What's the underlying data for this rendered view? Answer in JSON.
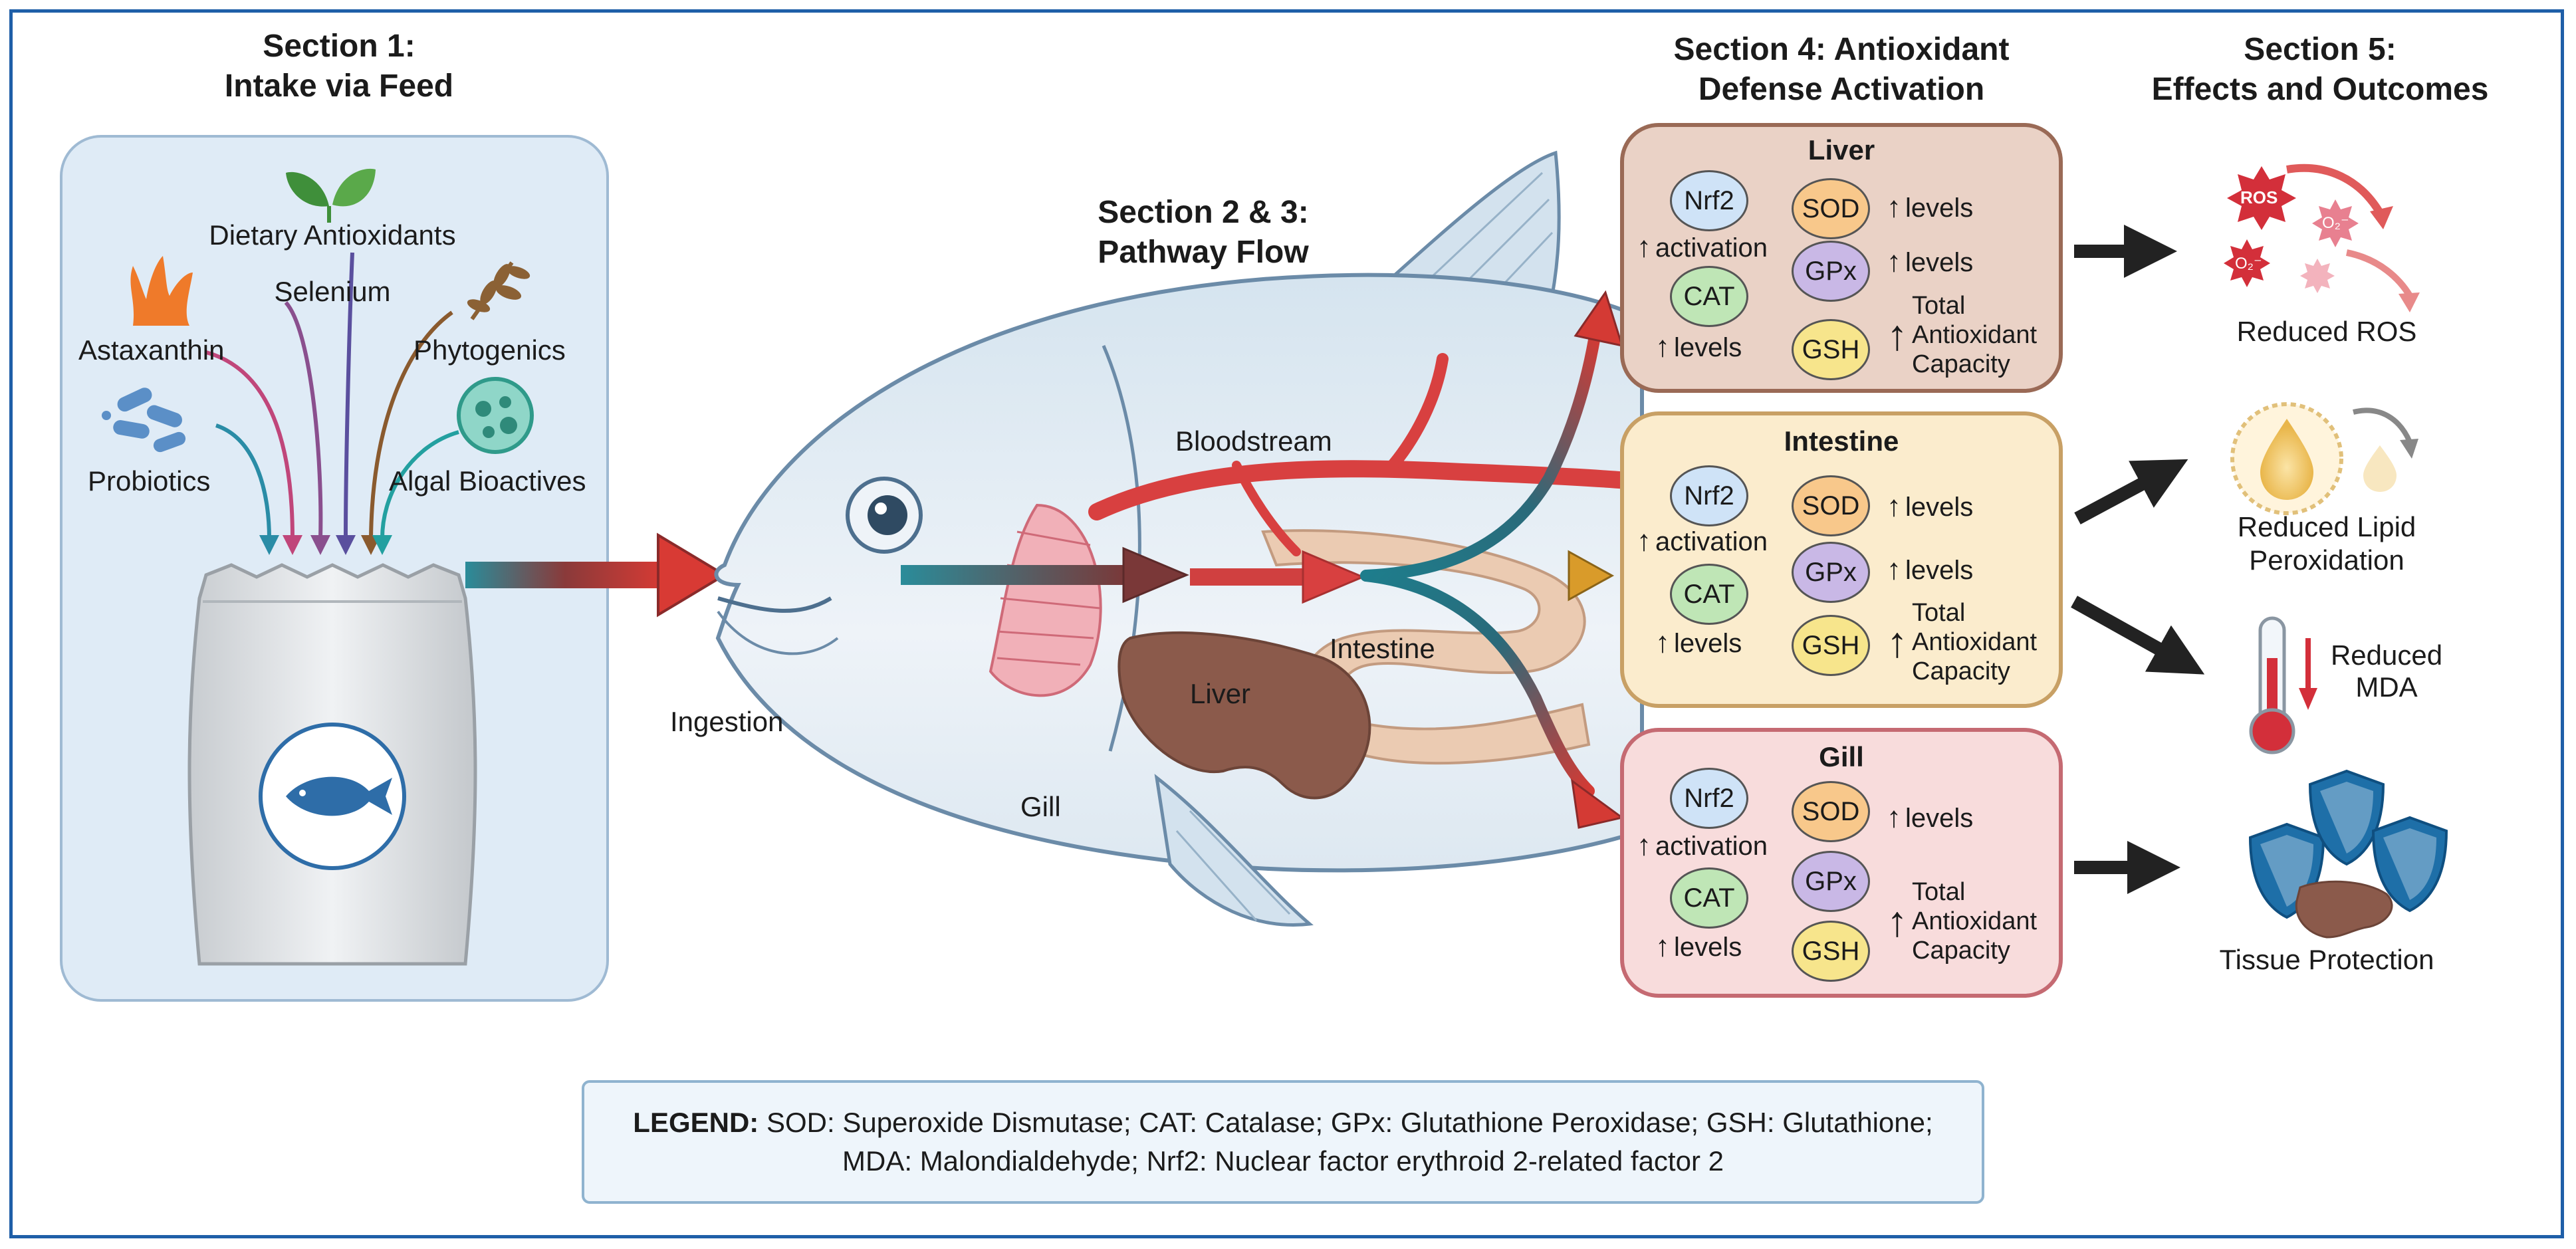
{
  "colors": {
    "frame": "#1f5fa8",
    "liver_box": "#ead2c6",
    "intestine_box": "#fbeccd",
    "gill_box": "#f8dcdc",
    "feed_panel": "#dfebf6",
    "nrf2": "#cfe3f7",
    "sod": "#f8c88b",
    "gpx": "#c9b8e6",
    "cat": "#bfe6b6",
    "gsh": "#f7e58c",
    "shield": "#1e6fa8"
  },
  "section1": {
    "title_line1": "Section 1:",
    "title_line2": "Intake via Feed",
    "ingredients": {
      "dietary": "Dietary Antioxidants",
      "selenium": "Selenium",
      "astaxanthin": "Astaxanthin",
      "phytogenics": "Phytogenics",
      "probiotics": "Probiotics",
      "algal": "Algal Bioactives"
    },
    "icons": [
      "leaf-icon",
      "coral-icon",
      "branch-icon",
      "bacteria-icon",
      "algae-cell-icon",
      "feed-bag-icon",
      "fish-icon"
    ]
  },
  "section23": {
    "title_line1": "Section 2 & 3:",
    "title_line2": "Pathway Flow",
    "labels": {
      "bloodstream": "Bloodstream",
      "intestine": "Intestine",
      "liver": "Liver",
      "ingestion": "Ingestion",
      "gill": "Gill"
    }
  },
  "section4": {
    "title_line1": "Section 4: Antioxidant",
    "title_line2": "Defense Activation",
    "organs": [
      {
        "name": "Liver",
        "markers": {
          "nrf2": "Nrf2",
          "sod": "SOD",
          "gpx": "GPx",
          "cat": "CAT",
          "gsh": "GSH"
        },
        "nrf2_note": "activation",
        "cat_note": "levels",
        "sod_note": "levels",
        "gpx_note": "levels",
        "tac_line1": "Total",
        "tac_line2": "Antioxidant",
        "tac_line3": "Capacity"
      },
      {
        "name": "Intestine",
        "markers": {
          "nrf2": "Nrf2",
          "sod": "SOD",
          "gpx": "GPx",
          "cat": "CAT",
          "gsh": "GSH"
        },
        "nrf2_note": "activation",
        "cat_note": "levels",
        "sod_note": "levels",
        "gpx_note": "levels",
        "tac_line1": "Total",
        "tac_line2": "Antioxidant",
        "tac_line3": "Capacity"
      },
      {
        "name": "Gill",
        "markers": {
          "nrf2": "Nrf2",
          "sod": "SOD",
          "gpx": "GPx",
          "cat": "CAT",
          "gsh": "GSH"
        },
        "nrf2_note": "activation",
        "cat_note": "levels",
        "sod_note": "levels",
        "tac_line1": "Total",
        "tac_line2": "Antioxidant",
        "tac_line3": "Capacity"
      }
    ]
  },
  "section5": {
    "title_line1": "Section 5:",
    "title_line2": "Effects and Outcomes",
    "ros_badge": "ROS",
    "superoxide": "O₂⁻",
    "outcomes": {
      "ros": "Reduced ROS",
      "lipid_line1": "Reduced Lipid",
      "lipid_line2": "Peroxidation",
      "mda_line1": "Reduced",
      "mda_line2": "MDA",
      "tissue": "Tissue Protection"
    }
  },
  "legend": {
    "title": "LEGEND:",
    "line1": "SOD: Superoxide Dismutase; CAT: Catalase; GPx: Glutathione Peroxidase; GSH: Glutathione;",
    "line2": "MDA: Malondialdehyde; Nrf2: Nuclear factor erythroid 2-related factor 2"
  }
}
